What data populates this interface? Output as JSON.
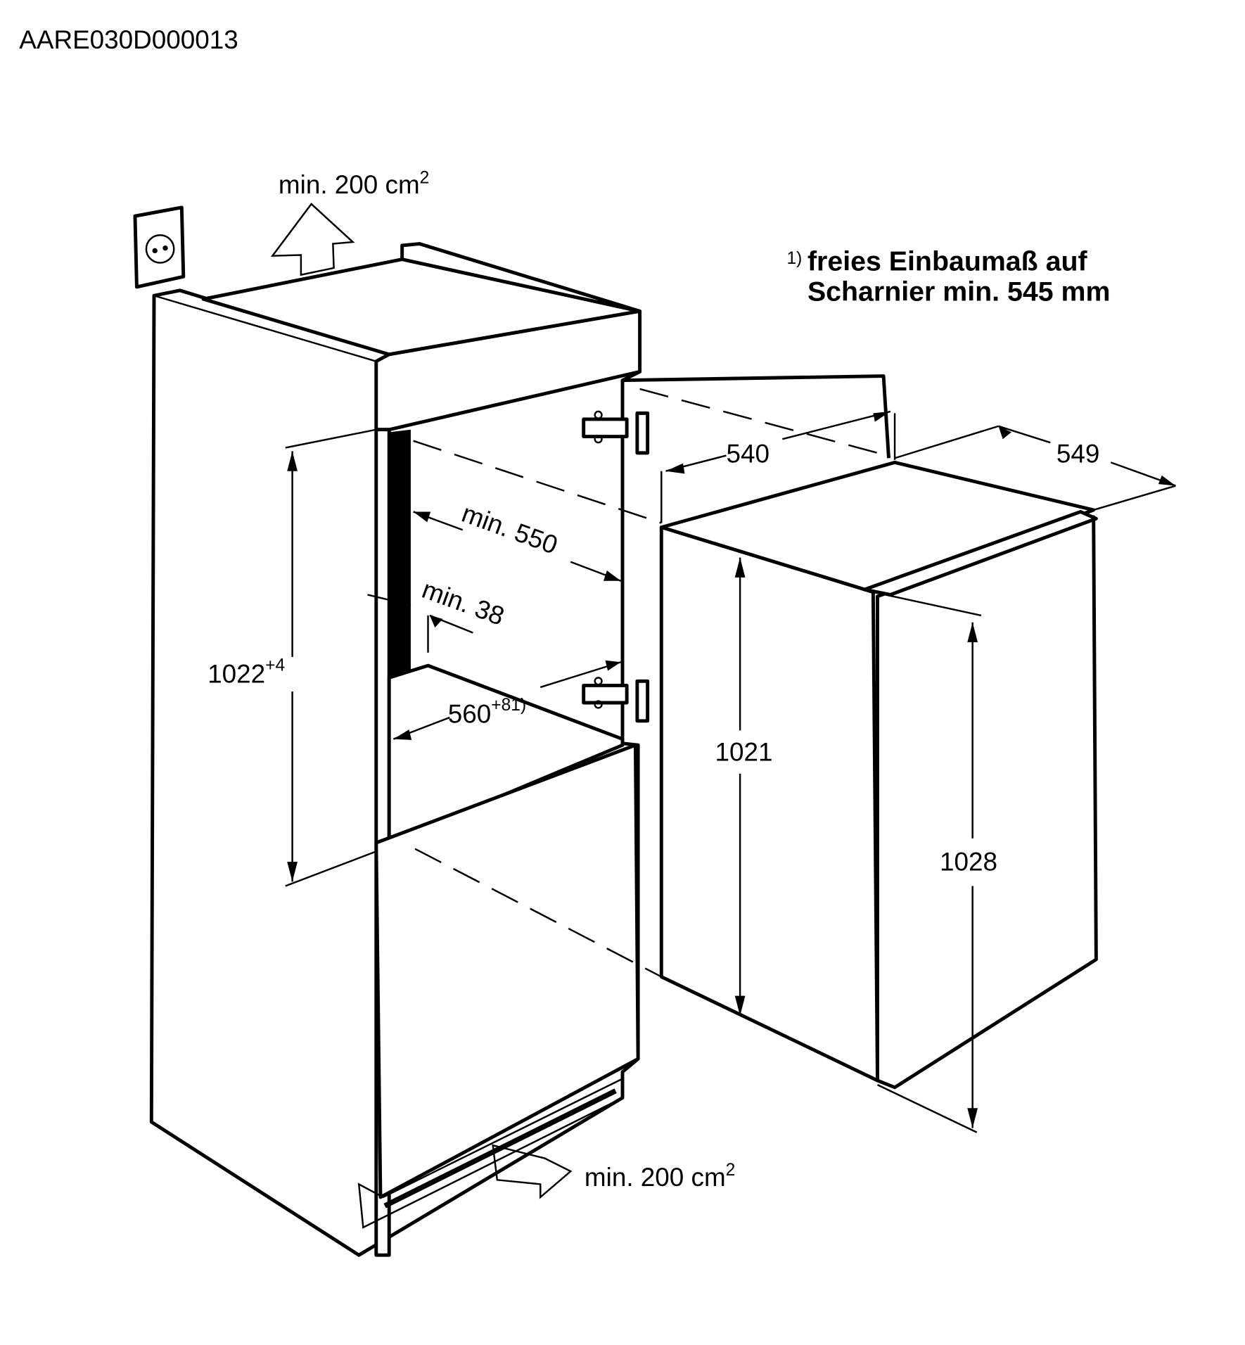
{
  "drawing_code": "AARE030D000013",
  "footnote": {
    "marker": "1)",
    "line1": "freies Einbaumaß auf",
    "line2": "Scharnier min. 545 mm"
  },
  "labels": {
    "vent_top": "min. 200 cm",
    "vent_top_sup": "2",
    "vent_bottom": "min. 200 cm",
    "vent_bottom_sup": "2",
    "niche_height": "1022",
    "niche_height_sup": "+4",
    "niche_depth": "min. 550",
    "gap": "min. 38",
    "niche_width": "560",
    "niche_width_sup": "+8",
    "niche_width_note": "1)",
    "appliance_width": "540",
    "appliance_depth": "549",
    "appliance_height": "1021",
    "door_height": "1028"
  },
  "colors": {
    "line": "#000000",
    "background": "#ffffff"
  }
}
